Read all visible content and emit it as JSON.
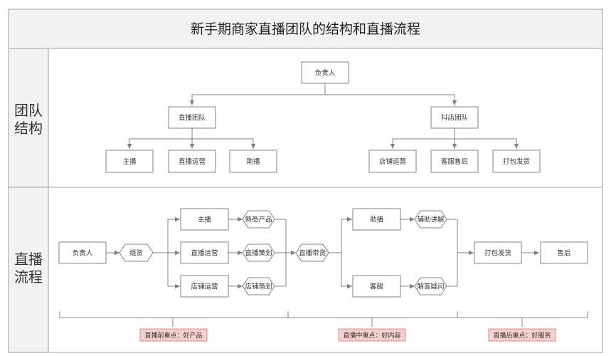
{
  "header": {
    "title": "新手期商家直播团队的结构和直播流程"
  },
  "sections": {
    "team": {
      "line1": "团队",
      "line2": "结构"
    },
    "flow": {
      "line1": "直播",
      "line2": "流程"
    }
  },
  "team_structure": {
    "root": "负责人",
    "left_group": {
      "label": "直播团队",
      "children": [
        "主播",
        "直播运营",
        "助播"
      ]
    },
    "right_group": {
      "label": "抖店团队",
      "children": [
        "店铺运营",
        "客服售后",
        "打包发货"
      ]
    }
  },
  "live_flow": {
    "start": "负责人",
    "step1": "组货",
    "roles_pre": [
      "主播",
      "直播运营",
      "店铺运营"
    ],
    "tasks_pre": [
      "熟悉产品",
      "直播策划",
      "店铺策划"
    ],
    "step2": "直播带货",
    "roles_mid": [
      "助播",
      "客服"
    ],
    "tasks_mid": [
      "辅助讲解",
      "解答疑问"
    ],
    "post": [
      "打包发货",
      "售后"
    ]
  },
  "highlights": {
    "pre": "直播前重点：好产品",
    "mid": "直播中重点：好内容",
    "post": "直播后重点：好服务"
  }
}
